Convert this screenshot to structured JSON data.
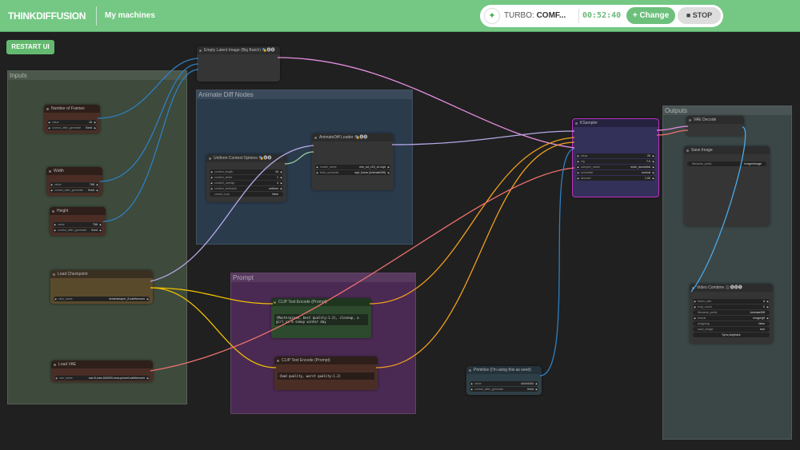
{
  "header": {
    "brand": "THINKDIFFUSION",
    "my_machines": "My machines",
    "machine_prefix": "TURBO: ",
    "machine_name": "COMF...",
    "timer": "00:52:40",
    "change_label": "+ Change",
    "stop_label": "■ STOP",
    "accent": "#74c884"
  },
  "restart_label": "RESTART UI",
  "groups": [
    {
      "id": "inputs",
      "title": "Inputs",
      "color": "#3d4a3c"
    },
    {
      "id": "animate",
      "title": "Animate Diff Nodes",
      "color": "#2a3b4c"
    },
    {
      "id": "prompt",
      "title": "Prompt",
      "color": "#4a2a52"
    },
    {
      "id": "outputs",
      "title": "Outputs",
      "color": "#3b4646"
    }
  ],
  "nodes": [
    {
      "id": "frames",
      "title": "Number of Frames",
      "widgets": [
        [
          "value",
          "16"
        ],
        [
          "control_after_generate",
          "fixed"
        ]
      ]
    },
    {
      "id": "width",
      "title": "Width",
      "widgets": [
        [
          "value",
          "768"
        ],
        [
          "control_after_generate",
          "fixed"
        ]
      ]
    },
    {
      "id": "height",
      "title": "Height",
      "widgets": [
        [
          "value",
          "768"
        ],
        [
          "control_after_generate",
          "fixed"
        ]
      ]
    },
    {
      "id": "ckpt",
      "title": "Load Checkpoint",
      "widgets": [
        [
          "ckpt_name",
          "dreamshaper_8.safetensors"
        ]
      ]
    },
    {
      "id": "vae",
      "title": "Load VAE",
      "widgets": [
        [
          "vae_name",
          "vae-ft-mse-840000-ema-pruned.safetensors"
        ]
      ]
    },
    {
      "id": "latent",
      "title": "Empty Latent Image (Big Batch) 🎭🅐🅓",
      "widgets": []
    },
    {
      "id": "context",
      "title": "Uniform Context Options 🎭🅐🅓",
      "widgets": [
        [
          "context_length",
          "16"
        ],
        [
          "context_stride",
          "1"
        ],
        [
          "context_overlap",
          "4"
        ],
        [
          "context_schedule",
          "uniform"
        ],
        [
          "closed_loop",
          "false",
          "t"
        ]
      ]
    },
    {
      "id": "loader",
      "title": "AnimateDiff Loader 🎭🅐🅓",
      "widgets": [
        [
          "model_name",
          "mm_sd_v15_v2.ckpt"
        ],
        [
          "beta_schedule",
          "sqrt_linear (AnimateDiff)"
        ]
      ]
    },
    {
      "id": "pos",
      "title": "CLIP Text Encode (Prompt)",
      "text": "(Masterpiece, best quality:1.2), closeup, a girl on a snowy winter day"
    },
    {
      "id": "neg",
      "title": "CLIP Text Encode (Prompt)",
      "text": "(bad quality, worst quality:1.2)"
    },
    {
      "id": "ksampler",
      "title": "KSampler",
      "widgets": [
        [
          "steps",
          "25"
        ],
        [
          "cfg",
          "7.0"
        ],
        [
          "sampler_name",
          "euler_ancestral"
        ],
        [
          "scheduler",
          "normal"
        ],
        [
          "denoise",
          "1.00"
        ]
      ]
    },
    {
      "id": "seed",
      "title": "Primitive (I'm using this as seed)",
      "widgets": [
        [
          "value",
          "44444444"
        ],
        [
          "control_after_generate",
          "fixed"
        ]
      ]
    },
    {
      "id": "vaedec",
      "title": "VAE Decode",
      "widgets": []
    },
    {
      "id": "save",
      "title": "Save Image",
      "widgets": [
        [
          "filename_prefix",
          "ImagesImage",
          "t"
        ]
      ]
    },
    {
      "id": "video",
      "title": "Video Combine 🎥🅥🅗🅢",
      "widgets": [
        [
          "frame_rate",
          "8"
        ],
        [
          "loop_count",
          "0"
        ],
        [
          "filename_prefix",
          "AnimateDiff",
          "t"
        ],
        [
          "format",
          "image/gif"
        ],
        [
          "pingpong",
          "false",
          "t"
        ],
        [
          "save_image",
          "true",
          "t"
        ],
        [
          "Sync playback",
          "",
          "b"
        ]
      ]
    }
  ]
}
